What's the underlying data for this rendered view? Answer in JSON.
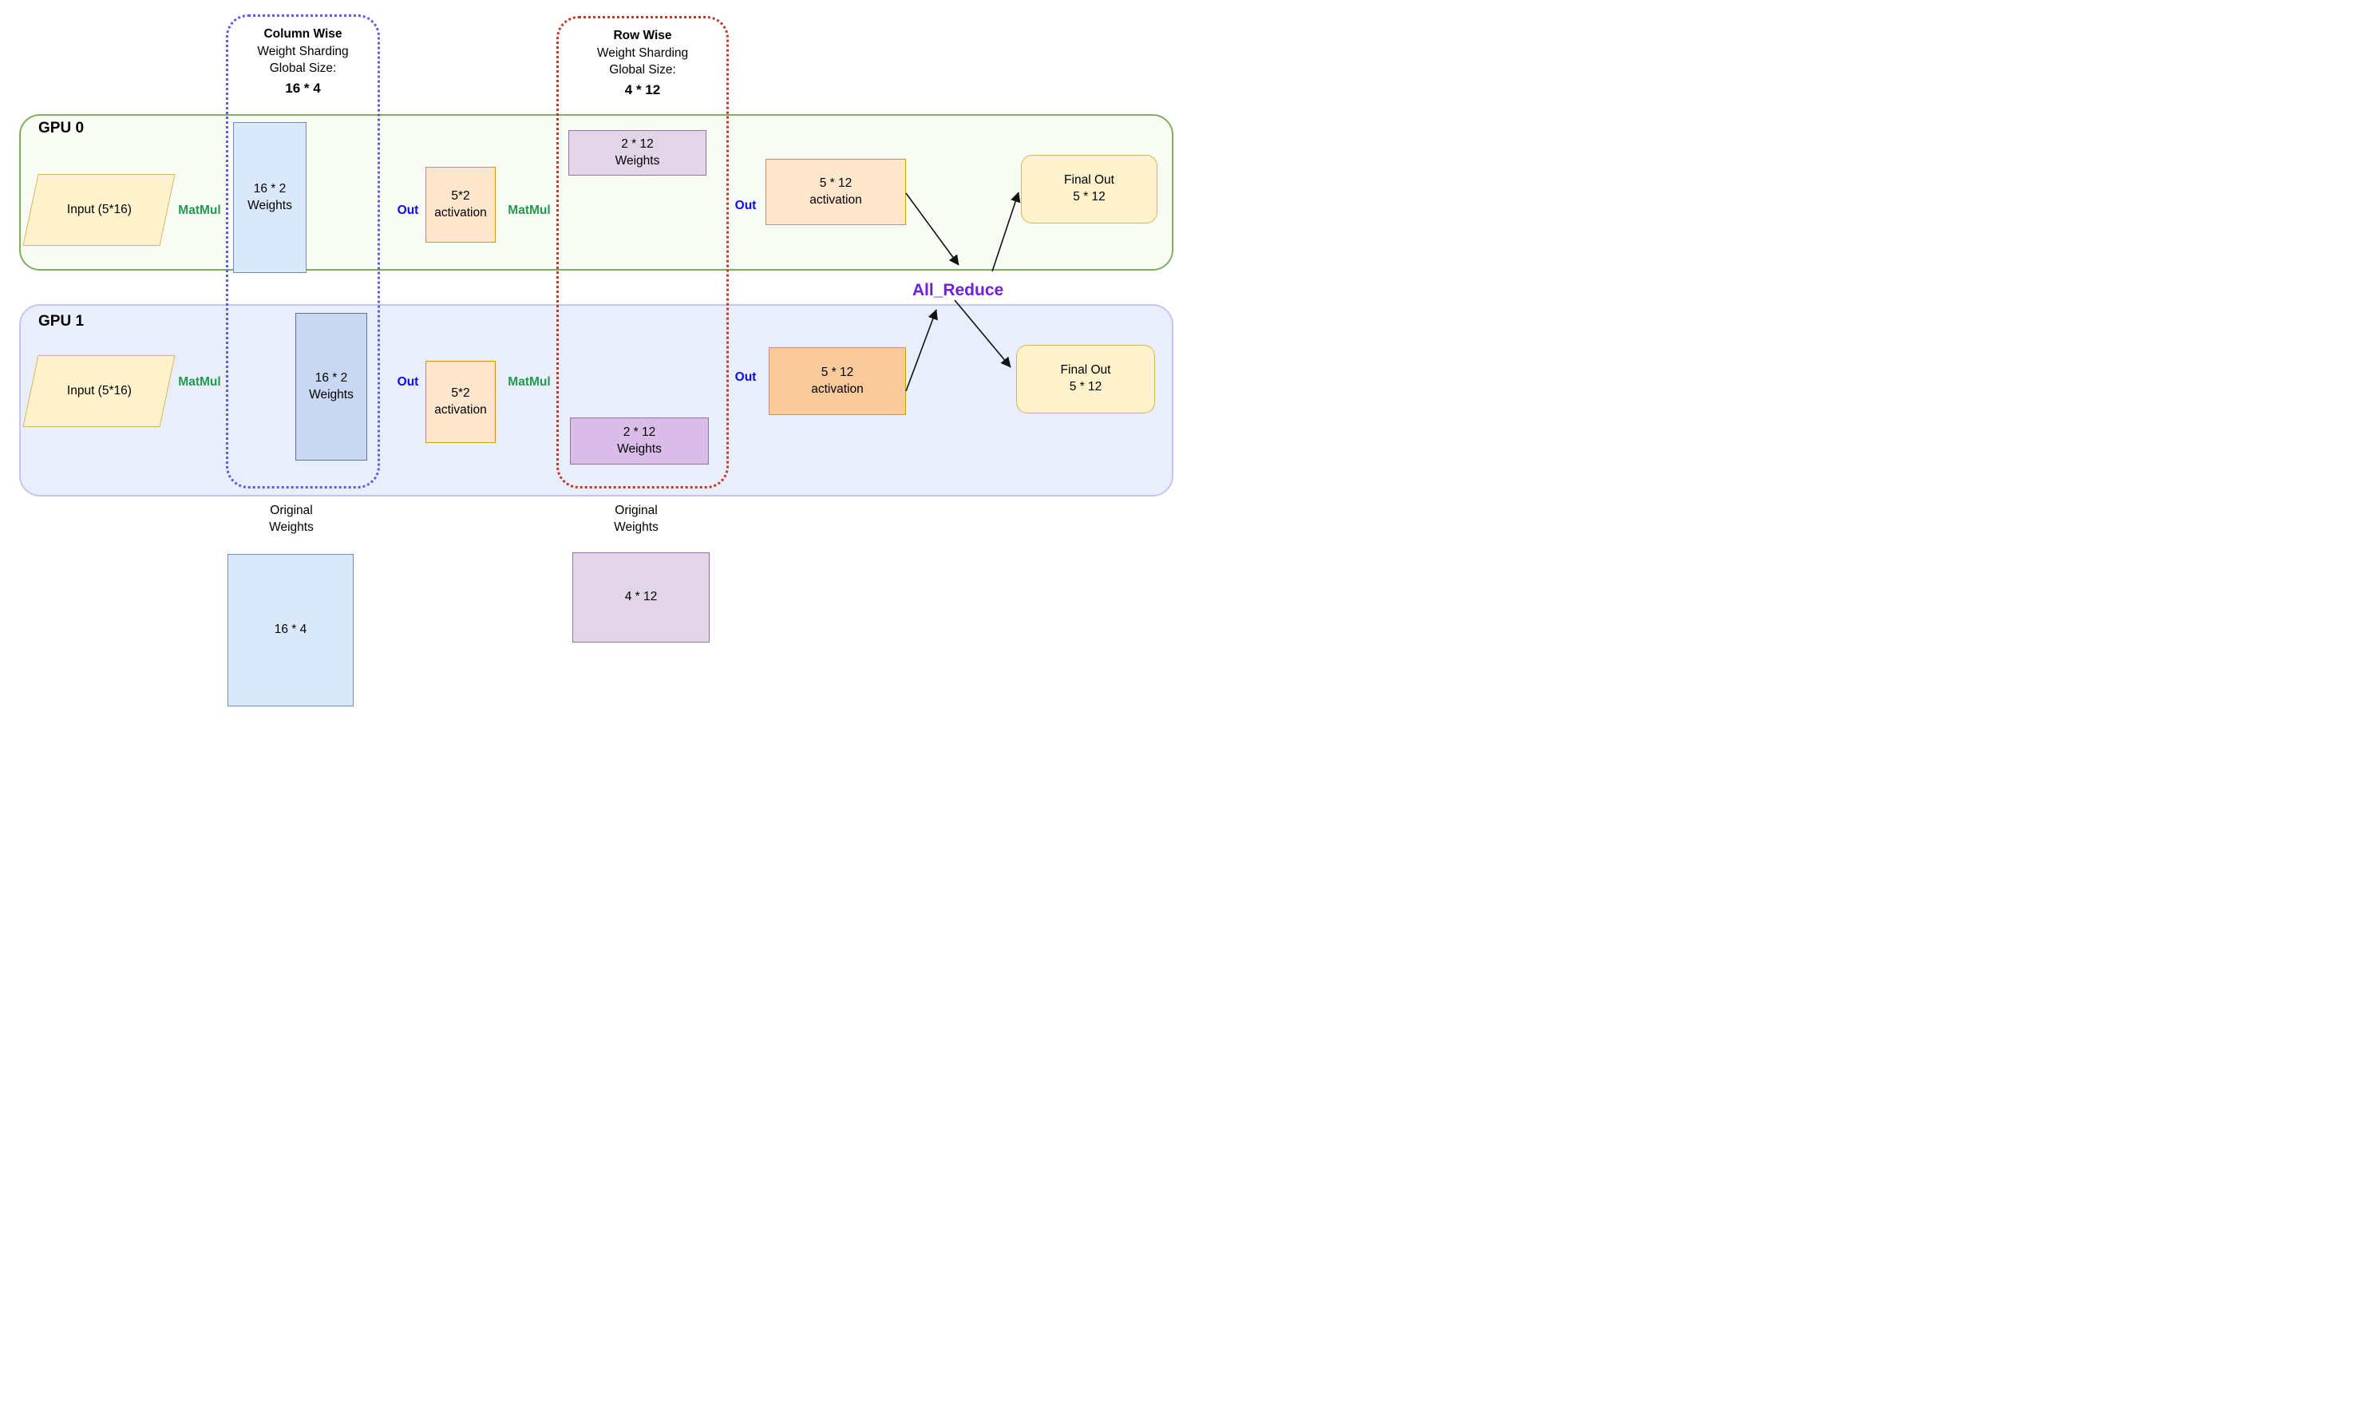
{
  "diagram": {
    "sharding_groups": [
      {
        "id": "column",
        "title": "Column Wise",
        "subtitle": "Weight Sharding",
        "size_label": "Global Size:",
        "size": "16 * 4",
        "border_color": "#5b5bf0"
      },
      {
        "id": "row",
        "title": "Row Wise",
        "subtitle": "Weight Sharding",
        "size_label": "Global Size:",
        "size": "4 * 12",
        "border_color": "#c0392b"
      }
    ],
    "gpus": [
      {
        "label": "GPU 0",
        "input": "Input (5*16)",
        "matmul1": "MatMul",
        "weights1": "16 * 2\nWeights",
        "out1": "Out",
        "activation1": "5*2\nactivation",
        "matmul2": "MatMul",
        "weights2": "2 * 12\nWeights",
        "out2": "Out",
        "activation2": "5 * 12\nactivation",
        "final_out": "Final Out\n5 * 12"
      },
      {
        "label": "GPU 1",
        "input": "Input (5*16)",
        "matmul1": "MatMul",
        "weights1": "16 * 2\nWeights",
        "out1": "Out",
        "activation1": "5*2\nactivation",
        "matmul2": "MatMul",
        "weights2": "2 * 12\nWeights",
        "out2": "Out",
        "activation2": "5 * 12\nactivation",
        "final_out": "Final Out\n5 * 12"
      }
    ],
    "all_reduce_label": "All_Reduce",
    "original_weights": [
      {
        "caption": "Original\nWeights",
        "size": "16 * 4"
      },
      {
        "caption": "Original\nWeights",
        "size": "4 * 12"
      }
    ],
    "colors": {
      "matmul_text": "#23994f",
      "out_text": "#0a0aee",
      "all_reduce_text": "#6c22d5",
      "gpu0_fill": "#f8fcf4",
      "gpu0_border": "#7fae60",
      "gpu1_fill": "#e9effa",
      "gpu1_border": "#c7c5f0",
      "column_dotted_border": "#5b5bf0",
      "row_dotted_border": "#c0392b",
      "input_fill": "#fff2cc",
      "input_border": "#d6b656",
      "weights_blue_fill": "#dae8fc",
      "weights_blue_border": "#6c8ebf",
      "weights_blue_dark_fill": "#c9d7f2",
      "weights_blue_dark_border": "#5d7599",
      "activation_fill": "#ffe6cc",
      "activation_dark_fill": "#f9cb9c",
      "activation_border": "#d79b00",
      "weights_purple_fill": "#e1d5e7",
      "weights_purple_dark_fill": "#d9bde8",
      "weights_purple_border": "#9673a6",
      "final_out_fill": "#fff2cc",
      "final_out_border": "#d6b656",
      "arrow_color": "#111111"
    }
  }
}
